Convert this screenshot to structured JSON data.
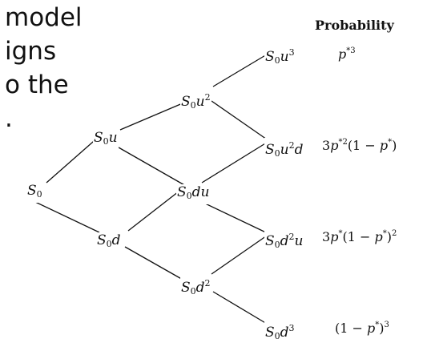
{
  "slide": {
    "lines": [
      "model",
      "igns",
      "o the",
      "."
    ]
  },
  "tree": {
    "nodes": [
      {
        "id": "n0",
        "base": "S",
        "sub": "0",
        "pow": []
      },
      {
        "id": "n1u",
        "base": "S",
        "sub": "0",
        "pow": [
          [
            "u",
            ""
          ]
        ]
      },
      {
        "id": "n1d",
        "base": "S",
        "sub": "0",
        "pow": [
          [
            "d",
            ""
          ]
        ]
      },
      {
        "id": "n2uu",
        "base": "S",
        "sub": "0",
        "pow": [
          [
            "u",
            "2"
          ]
        ]
      },
      {
        "id": "n2ud",
        "base": "S",
        "sub": "0",
        "pow": [
          [
            "d",
            ""
          ],
          [
            "u",
            ""
          ]
        ]
      },
      {
        "id": "n2dd",
        "base": "S",
        "sub": "0",
        "pow": [
          [
            "d",
            "2"
          ]
        ]
      },
      {
        "id": "n3uuu",
        "base": "S",
        "sub": "0",
        "pow": [
          [
            "u",
            "3"
          ]
        ]
      },
      {
        "id": "n3uud",
        "base": "S",
        "sub": "0",
        "pow": [
          [
            "u",
            "2"
          ],
          [
            "d",
            ""
          ]
        ]
      },
      {
        "id": "n3udd",
        "base": "S",
        "sub": "0",
        "pow": [
          [
            "d",
            "2"
          ],
          [
            "u",
            ""
          ]
        ]
      },
      {
        "id": "n3ddd",
        "base": "S",
        "sub": "0",
        "pow": [
          [
            "d",
            "3"
          ]
        ]
      }
    ],
    "edges": [
      [
        "n0",
        "n1u"
      ],
      [
        "n0",
        "n1d"
      ],
      [
        "n1u",
        "n2uu"
      ],
      [
        "n1u",
        "n2ud"
      ],
      [
        "n1d",
        "n2ud"
      ],
      [
        "n1d",
        "n2dd"
      ],
      [
        "n2uu",
        "n3uuu"
      ],
      [
        "n2uu",
        "n3uud"
      ],
      [
        "n2ud",
        "n3uud"
      ],
      [
        "n2ud",
        "n3udd"
      ],
      [
        "n2dd",
        "n3udd"
      ],
      [
        "n2dd",
        "n3ddd"
      ]
    ],
    "line_color": "#111111"
  },
  "probability": {
    "header": "Probability",
    "items": [
      {
        "id": "p3",
        "html": "<i>p</i><sup>*3</sup>"
      },
      {
        "id": "p2",
        "html": "3<i>p</i><sup>*2</sup>(1 &minus; <i>p</i><sup>*</sup>)"
      },
      {
        "id": "p1",
        "html": "3<i>p</i><sup>*</sup>(1 &minus; <i>p</i><sup>*</sup>)<sup>2</sup>"
      },
      {
        "id": "p0",
        "html": "(1 &minus; <i>p</i><sup>*</sup>)<sup>3</sup>"
      }
    ]
  }
}
